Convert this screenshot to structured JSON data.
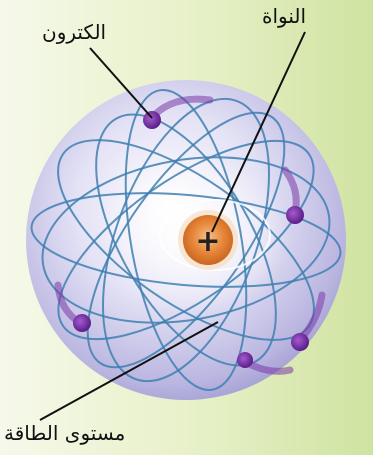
{
  "labels": {
    "electron": "الكترون",
    "nucleus": "النواة",
    "energy_level": "مستوى الطاقة"
  },
  "nucleus_symbol": "+",
  "colors": {
    "background_left": "#f6f9ea",
    "background_right": "#cfe3a1",
    "sphere": "#c8c5e8",
    "orbit": "#3f7fb0",
    "electron": "#6a2a9a",
    "nucleus": "#e58a3a"
  }
}
